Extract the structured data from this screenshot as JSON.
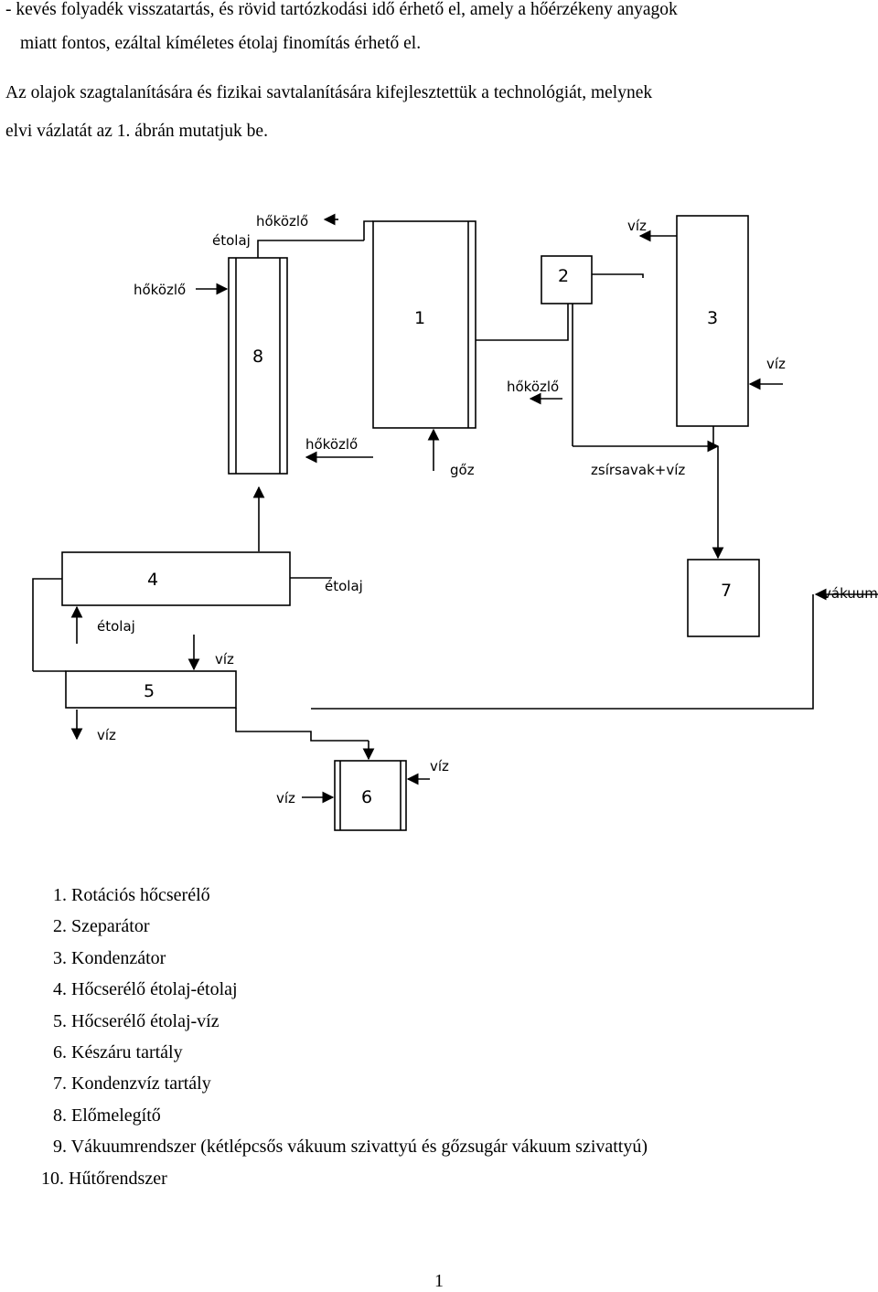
{
  "intro": {
    "line1": "- kevés folyadék visszatartás, és rövid tartózkodási idő érhető el, amely a hőérzékeny anyagok",
    "line2": "miatt fontos, ezáltal kíméletes étolaj finomítás érhető el.",
    "line3": "Az olajok szagtalanítására és fizikai savtalanítására kifejlesztettük a technológiát, melynek",
    "line4": "elvi vázlatát az 1. ábrán mutatjuk be."
  },
  "diagram": {
    "units": {
      "u1": "1",
      "u2": "2",
      "u3": "3",
      "u4": "4",
      "u5": "5",
      "u6": "6",
      "u7": "7",
      "u8": "8"
    },
    "labels": {
      "hokozlo_top": "hőközlő",
      "etolaj_top": "étolaj",
      "hokozlo_left": "hőközlő",
      "viz_top": "víz",
      "viz_right": "víz",
      "hokozlo_mid": "hőközlő",
      "hokozlo_bottom": "hőközlő",
      "goz": "gőz",
      "zsirsavak_viz": "zsírsavak+víz",
      "vakuum": "vákuum",
      "etolaj_4": "étolaj",
      "etolaj_in": "étolaj",
      "viz_5_in": "víz",
      "viz_5_out": "víz",
      "viz_6_in": "víz",
      "viz_6_out": "víz"
    }
  },
  "legend": [
    {
      "num": "1.",
      "text": "Rotációs hőcserélő"
    },
    {
      "num": "2.",
      "text": "Szeparátor"
    },
    {
      "num": "3.",
      "text": "Kondenzátor"
    },
    {
      "num": "4.",
      "text": "Hőcserélő étolaj-étolaj"
    },
    {
      "num": "5.",
      "text": "Hőcserélő étolaj-víz"
    },
    {
      "num": "6.",
      "text": "Készáru tartály"
    },
    {
      "num": "7.",
      "text": "Kondenzvíz tartály"
    },
    {
      "num": "8.",
      "text": "Előmelegítő"
    },
    {
      "num": "9.",
      "text": "Vákuumrendszer (kétlépcsős vákuum szivattyú és gőzsugár vákuum szivattyú)"
    },
    {
      "num": "10.",
      "text": "Hűtőrendszer"
    }
  ],
  "page_number": "1"
}
